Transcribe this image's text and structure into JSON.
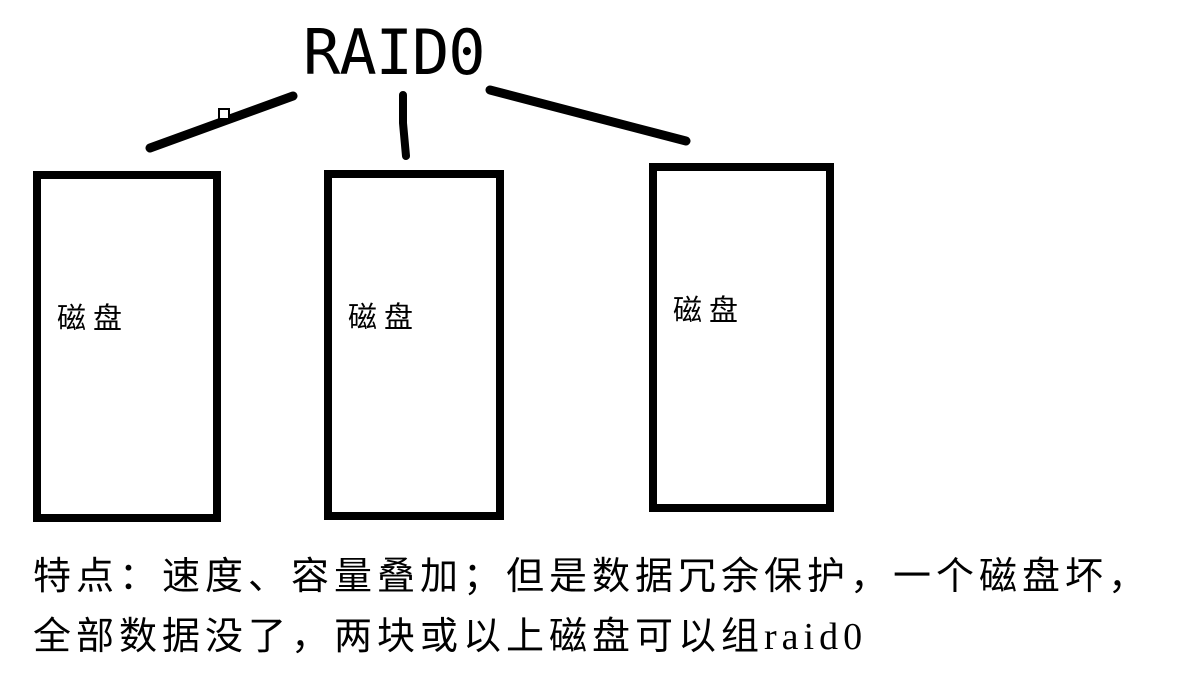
{
  "diagram": {
    "title": "RAID0",
    "nodes": [
      {
        "label": "磁盘"
      },
      {
        "label": "磁盘"
      },
      {
        "label": "磁盘"
      }
    ],
    "description_lines": {
      "line1": "特点：速度、容量叠加；但是数据冗余保护，一个磁盘坏，",
      "line2": "全部数据没了，两块或以上磁盘可以组raid0"
    },
    "colors": {
      "stroke": "#000000",
      "background": "#ffffff",
      "handle_fill": "#ffffff"
    }
  }
}
